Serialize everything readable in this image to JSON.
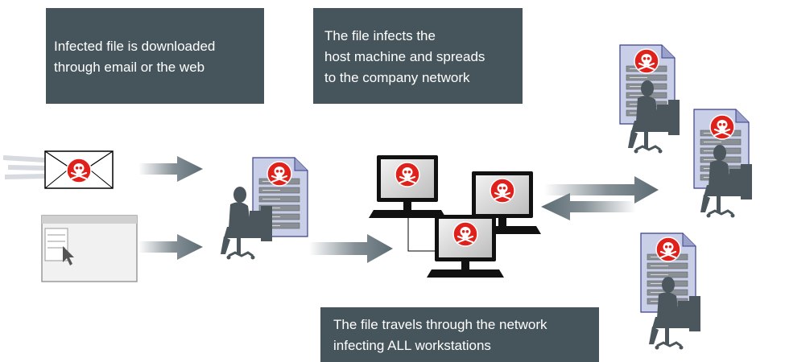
{
  "captions": {
    "download": [
      "Infected file is downloaded",
      "through email or the web"
    ],
    "infect": [
      "The file infects the",
      "host machine and spreads",
      "to the company network"
    ],
    "travel": [
      "The file travels through the network",
      "infecting ALL workstations"
    ]
  },
  "icons": {
    "threat": "skull-crossbones-icon",
    "email": "envelope-icon",
    "web": "browser-window-icon",
    "host": "server-user-icon",
    "workstation": "monitor-icon"
  },
  "colors": {
    "caption_bg": "#46545c",
    "caption_text": "#ffffff",
    "threat_red": "#e0211b",
    "arrow_gray": "#5c6b73",
    "silhouette": "#4b565d",
    "document_blue": "#c9cfe6"
  }
}
